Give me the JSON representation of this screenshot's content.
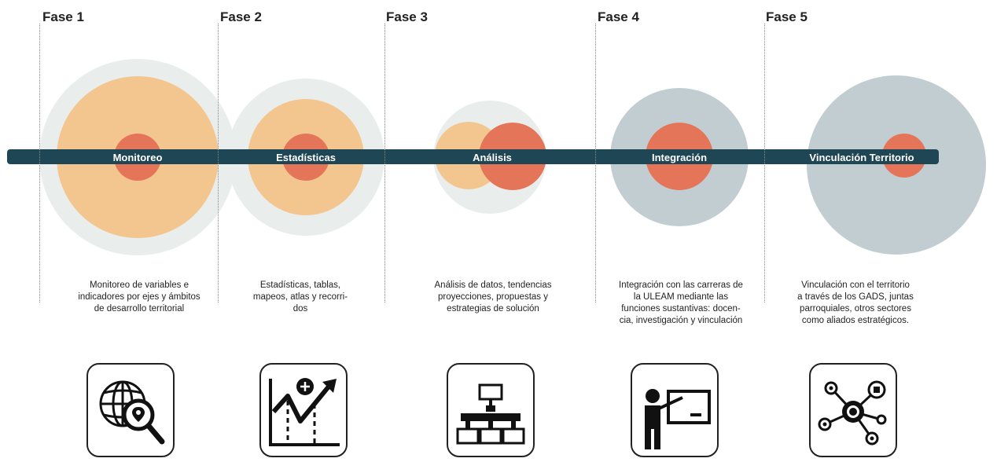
{
  "phases": [
    {
      "phase_label": "Fase 1",
      "bar_label": "Monitoreo",
      "description_lines": [
        "Monitoreo de variables e",
        "indicadores por ejes y ámbitos",
        "de desarrollo territorial"
      ],
      "icon": "globe-search-icon"
    },
    {
      "phase_label": "Fase 2",
      "bar_label": "Estadísticas",
      "description_lines": [
        "Estadísticas, tablas,",
        "mapeos, atlas y recorri-",
        "dos"
      ],
      "icon": "growth-chart-icon"
    },
    {
      "phase_label": "Fase 3",
      "bar_label": "Análisis",
      "description_lines": [
        "Análisis de datos, tendencias",
        "proyecciones, propuestas y",
        "estrategias de solución"
      ],
      "icon": "hierarchy-icon"
    },
    {
      "phase_label": "Fase 4",
      "bar_label": "Integración",
      "description_lines": [
        "Integración con las carreras de",
        "la ULEAM mediante las",
        "funciones sustantivas: docen-",
        "cia, investigación y vinculación"
      ],
      "icon": "teacher-board-icon"
    },
    {
      "phase_label": "Fase 5",
      "bar_label": "Vinculación Territorio",
      "description_lines": [
        "Vinculación con el territorio",
        "a través de los GADS, juntas",
        "parroquiales, otros sectores",
        "como aliados estratégicos."
      ],
      "icon": "network-icon"
    }
  ],
  "colors": {
    "bar": "#1e4654",
    "halo": "#e9eeec",
    "peach": "#f4c68f",
    "red": "#e57558",
    "steel": "#c1cdd0"
  }
}
